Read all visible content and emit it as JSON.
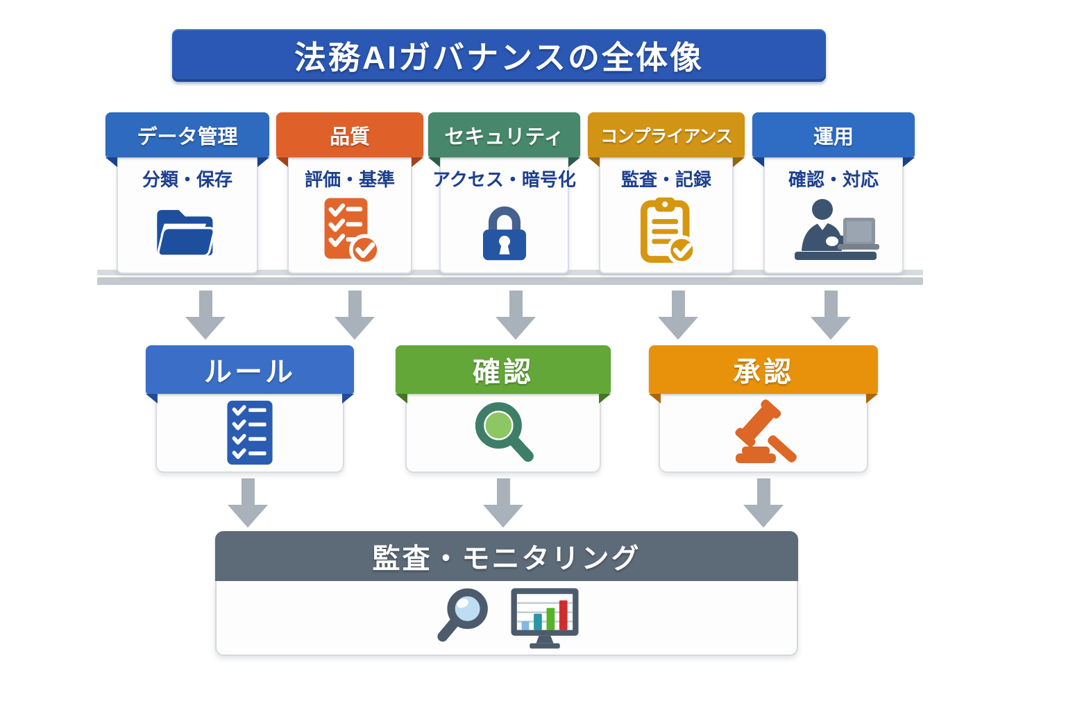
{
  "title": {
    "text": "法務AIガバナンスの全体像",
    "bg": "#2a58b4"
  },
  "top_row": [
    {
      "label": "データ管理",
      "subtitle": "分類・保存",
      "icon": "folder-icon",
      "header_color": "#2e6abd",
      "fold_color": "#1a4190"
    },
    {
      "label": "品質",
      "subtitle": "評価・基準",
      "icon": "checklist-icon",
      "header_color": "#e0602a",
      "fold_color": "#a4411c"
    },
    {
      "label": "セキュリティ",
      "subtitle": "アクセス・暗号化",
      "icon": "lock-icon",
      "header_color": "#47876b",
      "fold_color": "#2c5c48"
    },
    {
      "label": "コンプライアンス",
      "subtitle": "監査・記録",
      "icon": "clipboard-check-icon",
      "header_color": "#d29414",
      "fold_color": "#93660b"
    },
    {
      "label": "運用",
      "subtitle": "確認・対応",
      "icon": "person-laptop-icon",
      "header_color": "#2f6cc3",
      "fold_color": "#1a4190"
    }
  ],
  "middle_row": [
    {
      "label": "ルール",
      "icon": "rules-checklist-icon",
      "header_color": "#3b6fc7",
      "fold_color": "#224a97"
    },
    {
      "label": "確認",
      "icon": "magnifier-icon",
      "header_color": "#62a737",
      "fold_color": "#447522"
    },
    {
      "label": "承認",
      "icon": "gavel-icon",
      "header_color": "#e8920b",
      "fold_color": "#a96706"
    }
  ],
  "bottom": {
    "label": "監査・モニタリング",
    "header_color": "#5d6a78",
    "icons": [
      "search-icon",
      "chart-monitor-icon"
    ]
  },
  "accent_colors": {
    "subtitle_text": "#1c3f8e",
    "arrow": "#a9b1bb",
    "shelf": "#c3c9cf",
    "folder_blue": "#1e4f9e",
    "quality_orange": "#e2662c",
    "compliance_gold": "#d6970f",
    "person_slate": "#3d5470",
    "magnifier_teal": "#3e7e68",
    "gavel_orange": "#dd6726",
    "monitor_slate": "#4c5c6c",
    "bar_blue": "#80b9e6",
    "bar_teal": "#2b97a1",
    "bar_green": "#57b32b",
    "bar_red": "#cf2e2e"
  }
}
